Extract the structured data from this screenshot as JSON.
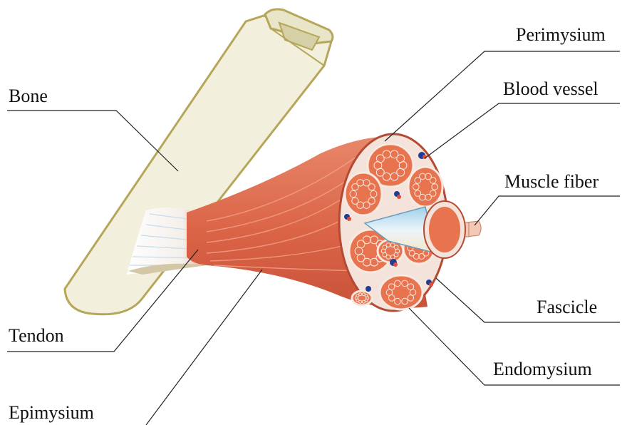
{
  "labels": {
    "bone": "Bone",
    "tendon": "Tendon",
    "epimysium": "Epimysium",
    "perimysium": "Perimysium",
    "blood_vessel": "Blood vessel",
    "muscle_fiber": "Muscle fiber",
    "fascicle": "Fascicle",
    "endomysium": "Endomysium"
  },
  "colors": {
    "bone_fill": "#F2F0DC",
    "bone_stroke": "#B5A65A",
    "muscle": "#E06E50",
    "fascicle_fill": "#E8734F",
    "perimysium": "#F3E3DA",
    "blood_vessel": "#1F3E93",
    "fiber_core": "#CFE6F2",
    "leader_line": "#222222"
  }
}
